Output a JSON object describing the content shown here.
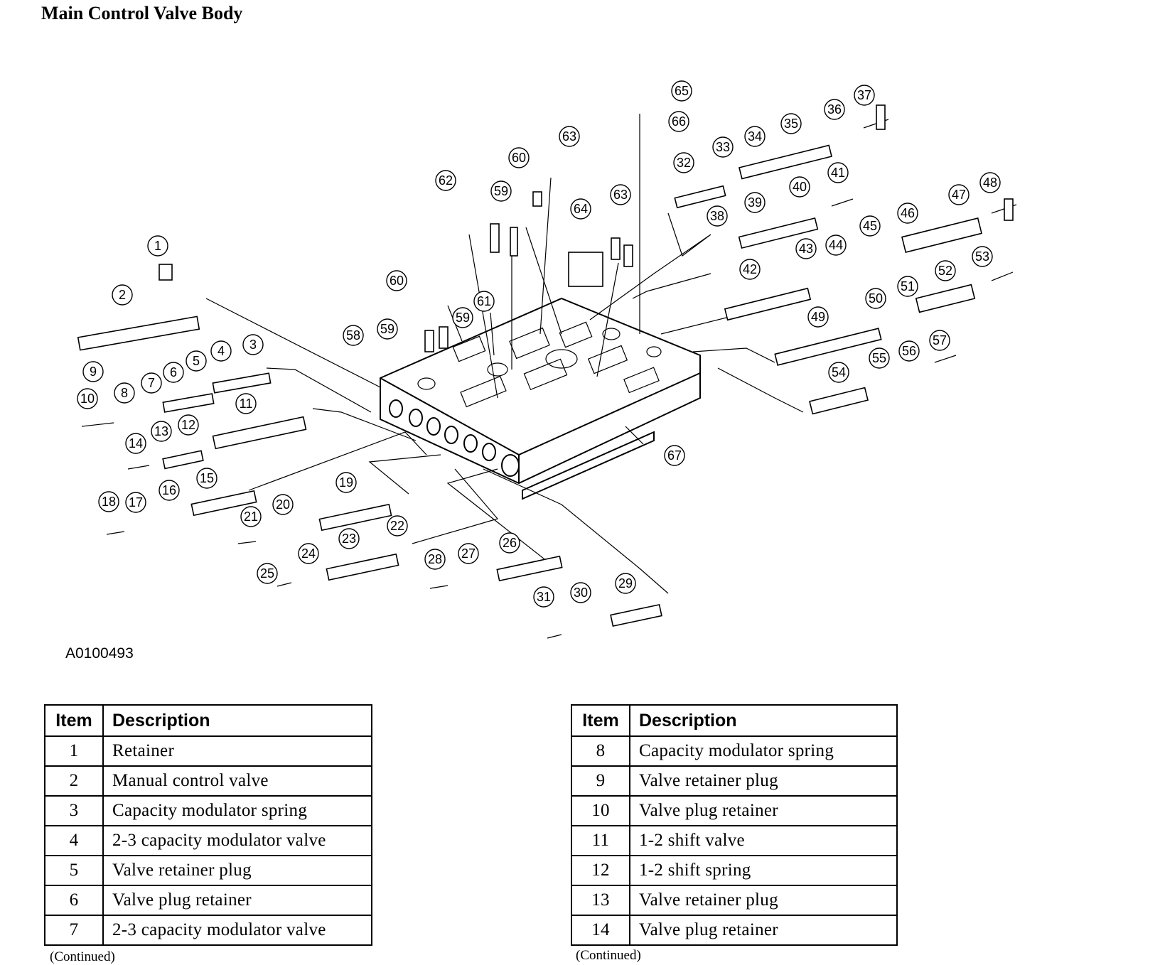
{
  "title": "Main Control Valve Body",
  "figure_id": "A0100493",
  "callouts": [
    "1",
    "2",
    "3",
    "4",
    "5",
    "6",
    "7",
    "8",
    "9",
    "10",
    "11",
    "12",
    "13",
    "14",
    "15",
    "16",
    "17",
    "18",
    "19",
    "20",
    "21",
    "22",
    "23",
    "24",
    "25",
    "26",
    "27",
    "28",
    "29",
    "30",
    "31",
    "32",
    "33",
    "34",
    "35",
    "36",
    "37",
    "38",
    "39",
    "40",
    "41",
    "42",
    "43",
    "44",
    "45",
    "46",
    "47",
    "48",
    "49",
    "50",
    "51",
    "52",
    "53",
    "54",
    "55",
    "56",
    "57",
    "58",
    "59",
    "59",
    "60",
    "60",
    "61",
    "62",
    "63",
    "63",
    "64",
    "65",
    "66",
    "67"
  ],
  "tables": [
    {
      "headers": {
        "item": "Item",
        "description": "Description"
      },
      "rows": [
        {
          "item": "1",
          "description": "Retainer"
        },
        {
          "item": "2",
          "description": "Manual control valve"
        },
        {
          "item": "3",
          "description": "Capacity modulator spring"
        },
        {
          "item": "4",
          "description": "2-3 capacity modulator valve"
        },
        {
          "item": "5",
          "description": "Valve retainer plug"
        },
        {
          "item": "6",
          "description": "Valve plug retainer"
        },
        {
          "item": "7",
          "description": "2-3 capacity modulator valve"
        }
      ],
      "continued": "(Continued)"
    },
    {
      "headers": {
        "item": "Item",
        "description": "Description"
      },
      "rows": [
        {
          "item": "8",
          "description": "Capacity modulator spring"
        },
        {
          "item": "9",
          "description": "Valve retainer plug"
        },
        {
          "item": "10",
          "description": "Valve plug retainer"
        },
        {
          "item": "11",
          "description": "1-2 shift valve"
        },
        {
          "item": "12",
          "description": "1-2 shift spring"
        },
        {
          "item": "13",
          "description": "Valve retainer plug"
        },
        {
          "item": "14",
          "description": "Valve plug retainer"
        }
      ],
      "continued": "(Continued)"
    }
  ]
}
